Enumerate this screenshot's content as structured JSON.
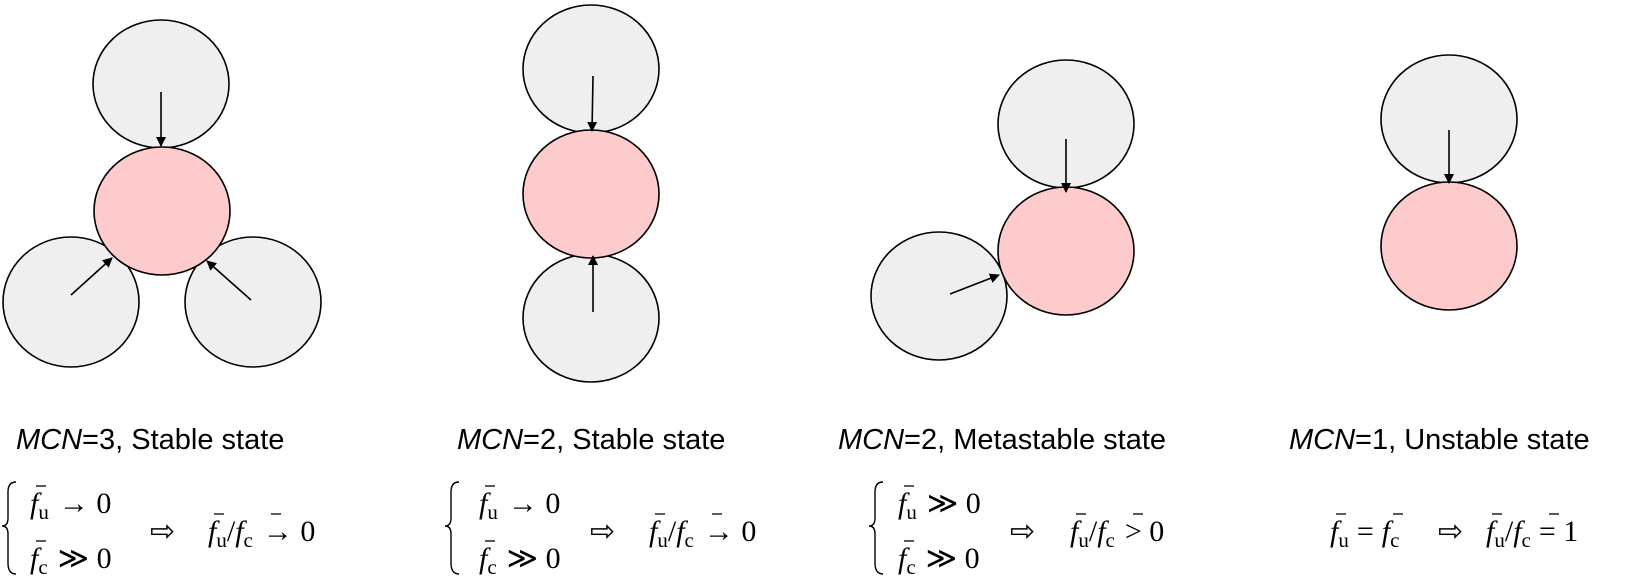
{
  "panels": [
    {
      "mcn_symbol": "MCN",
      "mcn_value": "=3",
      "state_text": ", Stable state",
      "condition_1": "→ 0",
      "condition_2": "≫ 0",
      "implies": "⇨",
      "ratio_result": "→ 0"
    },
    {
      "mcn_symbol": "MCN",
      "mcn_value": "=2",
      "state_text": ", Stable state",
      "condition_1": "→ 0",
      "condition_2": "≫ 0",
      "implies": "⇨",
      "ratio_result": "→ 0"
    },
    {
      "mcn_symbol": "MCN",
      "mcn_value": "=2",
      "state_text": ", Metastable state",
      "condition_1": "≫ 0",
      "condition_2": "≫ 0",
      "implies": "⇨",
      "ratio_result": "> 0"
    },
    {
      "mcn_symbol": "MCN",
      "mcn_value": "=1",
      "state_text": ", Unstable state",
      "equality": "=",
      "implies": "⇨",
      "ratio_result": "= 1"
    }
  ],
  "symbols": {
    "f": "f",
    "sub_u": "u",
    "sub_c": "c",
    "slash": "/"
  },
  "colors": {
    "neighbor_particle": "#efefef",
    "target_particle": "#fdcbcb",
    "outline": "#000000"
  }
}
